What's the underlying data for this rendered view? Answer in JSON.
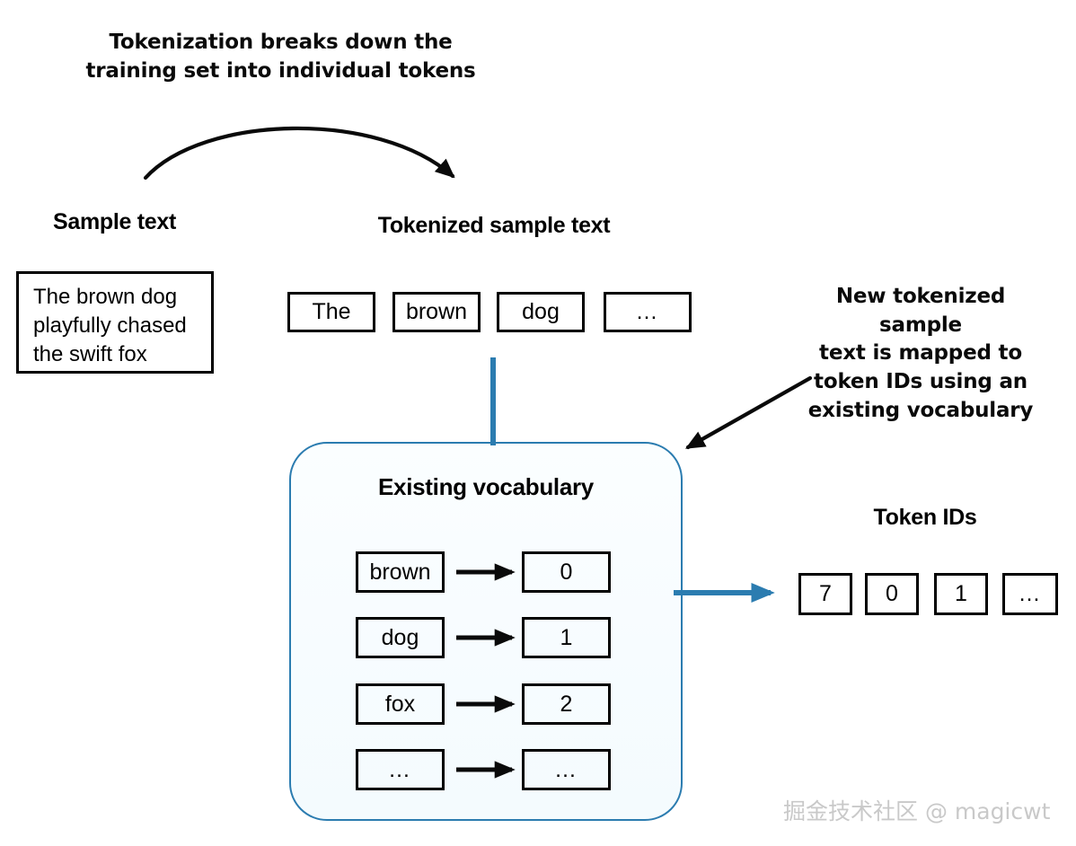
{
  "callouts": {
    "tokenization": [
      "Tokenization breaks down the",
      "training set into individual tokens"
    ],
    "mapping": [
      "New tokenized sample",
      "text is mapped to",
      "token IDs using an",
      "existing vocabulary"
    ]
  },
  "sections": {
    "sample_text_heading": "Sample text",
    "tokenized_heading": "Tokenized sample text",
    "token_ids_heading": "Token IDs",
    "vocabulary_heading": "Existing vocabulary"
  },
  "sample_text": {
    "lines": [
      "The brown dog",
      "playfully chased",
      "the swift fox"
    ]
  },
  "tokens": [
    "The",
    "brown",
    "dog",
    "…"
  ],
  "vocabulary": {
    "rows": [
      {
        "word": "brown",
        "id": "0"
      },
      {
        "word": "dog",
        "id": "1"
      },
      {
        "word": "fox",
        "id": "2"
      },
      {
        "word": "…",
        "id": "…"
      }
    ]
  },
  "token_ids": [
    "7",
    "0",
    "1",
    "…"
  ],
  "watermark": "掘金技术社区 @ magicwt",
  "colors": {
    "flow_blue": "#2b7cb0",
    "panel_border": "#2b7cb0",
    "ink": "#000000",
    "watermark_gray": "#c9c9c9"
  }
}
